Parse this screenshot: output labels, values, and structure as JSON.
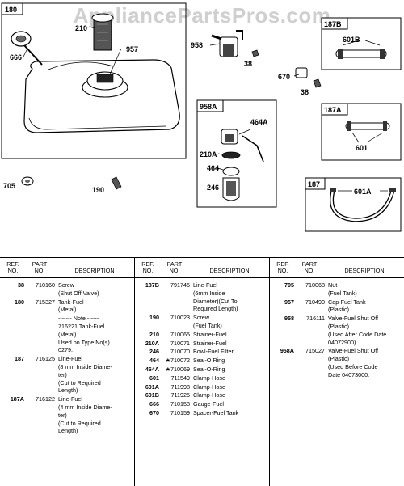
{
  "watermark": "AppliancePartsPros.com",
  "diagram": {
    "boxes": {
      "tank": "180",
      "line_b": "187B",
      "valve_a": "958A",
      "line_a": "187A",
      "line": "187"
    },
    "callouts": {
      "c210": "210",
      "c666": "666",
      "c957": "957",
      "c958": "958",
      "c38a": "38",
      "c670": "670",
      "c38b": "38",
      "c601b": "601B",
      "c464a": "464A",
      "c210a": "210A",
      "c464": "464",
      "c246": "246",
      "c601": "601",
      "c705": "705",
      "c190": "190",
      "c601a": "601A"
    }
  },
  "table": {
    "headers": {
      "ref_l1": "REF.",
      "ref_l2": "NO.",
      "part_l1": "PART",
      "part_l2": "NO.",
      "desc": "DESCRIPTION"
    },
    "columns": [
      [
        {
          "ref": "38",
          "part": "710160",
          "desc": [
            "Screw",
            "(Shut Off Valve)"
          ]
        },
        {
          "ref": "180",
          "part": "715327",
          "desc": [
            "Tank-Fuel",
            "(Metal)"
          ]
        },
        {
          "ref": "",
          "part": "",
          "desc": [
            "------- Note ------",
            "716221 Tank-Fuel",
            "(Metal)",
            "Used on Type No(s).",
            "0279."
          ]
        },
        {
          "ref": "187",
          "part": "716125",
          "desc": [
            "Line-Fuel",
            "(8 mm Inside Diame-",
            "ter)",
            "(Cut to Required",
            "Length)"
          ]
        },
        {
          "ref": "187A",
          "part": "716122",
          "desc": [
            "Line-Fuel",
            "(4 mm Inside Diame-",
            "ter)",
            "(Cut to Required",
            "Length)"
          ]
        }
      ],
      [
        {
          "ref": "187B",
          "part": "791745",
          "desc": [
            "Line-Fuel",
            "(6mm Inside",
            "Diameter)(Cut To",
            "Required Length)"
          ]
        },
        {
          "ref": "190",
          "part": "710023",
          "desc": [
            "Screw",
            "(Fuel Tank)"
          ]
        },
        {
          "ref": "210",
          "part": "710065",
          "desc": [
            "Strainer-Fuel"
          ]
        },
        {
          "ref": "210A",
          "part": "710071",
          "desc": [
            "Strainer-Fuel"
          ]
        },
        {
          "ref": "246",
          "part": "710070",
          "desc": [
            "Bowl-Fuel Filter"
          ]
        },
        {
          "ref": "464",
          "part": "★710072",
          "desc": [
            "Seal-O Ring"
          ]
        },
        {
          "ref": "464A",
          "part": "★710069",
          "desc": [
            "Seal-O-Ring"
          ]
        },
        {
          "ref": "601",
          "part": "711549",
          "desc": [
            "Clamp-Hose"
          ]
        },
        {
          "ref": "601A",
          "part": "711998",
          "desc": [
            "Clamp-Hose"
          ]
        },
        {
          "ref": "601B",
          "part": "711925",
          "desc": [
            "Clamp-Hose"
          ]
        },
        {
          "ref": "666",
          "part": "710158",
          "desc": [
            "Gauge-Fuel"
          ]
        },
        {
          "ref": "670",
          "part": "710159",
          "desc": [
            "Spacer-Fuel Tank"
          ]
        }
      ],
      [
        {
          "ref": "705",
          "part": "710068",
          "desc": [
            "Nut",
            "(Fuel Tank)"
          ]
        },
        {
          "ref": "957",
          "part": "710490",
          "desc": [
            "Cap-Fuel Tank",
            "(Plastic)"
          ]
        },
        {
          "ref": "958",
          "part": "716111",
          "desc": [
            "Valve-Fuel Shut Off",
            "(Plastic)",
            "(Used After Code Date",
            "04072900)."
          ]
        },
        {
          "ref": "958A",
          "part": "715027",
          "desc": [
            "Valve-Fuel Shut Off",
            "(Plastic)",
            "(Used Before Code",
            "Date 04073000."
          ]
        }
      ]
    ]
  }
}
